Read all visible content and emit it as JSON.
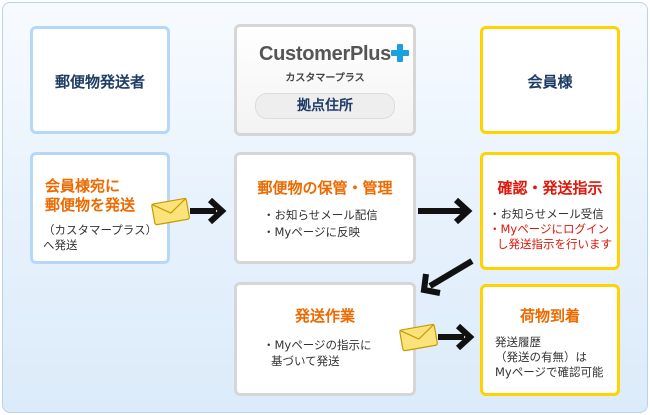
{
  "sender": {
    "label": "郵便物発送者"
  },
  "base": {
    "logo": "CustomerPlus",
    "logo_sub": "カスタマープラス",
    "pill": "拠点住所"
  },
  "member": {
    "label": "会員様"
  },
  "step1": {
    "title_line1": "会員様宛に",
    "title_line2": "郵便物を発送",
    "note_line1": "（カスタマープラス）",
    "note_line2": "へ発送"
  },
  "step2": {
    "title": "郵便物の保管・管理",
    "bullets": [
      "・お知らせメール配信",
      "・Myページに反映"
    ]
  },
  "step3": {
    "title": "確認・発送指示",
    "bullet1": "・お知らせメール受信",
    "bullet2_line1": "・Myページにログイン",
    "bullet2_line2": "し発送指示を行います"
  },
  "step4": {
    "title": "発送作業",
    "bullet_line1": "・Myページの指示に",
    "bullet_line2": "基づいて発送"
  },
  "step5": {
    "title": "荷物到着",
    "line1": "発送履歴",
    "line2": "（発送の有無）は",
    "line3": "Myページで確認可能"
  },
  "colors": {
    "frame_border": "#b9d3ef",
    "blue_border": "#b6d7f6",
    "gray_border": "#d6d6d6",
    "yellow_border": "#ffd200",
    "orange": "#ec6a00",
    "red": "#e0160a",
    "navy": "#1f3c66",
    "logo_plus": "#1aa0e0"
  },
  "icons": [
    "envelope-icon",
    "arrow-right-icon",
    "arrow-down-left-icon",
    "plus-icon"
  ]
}
